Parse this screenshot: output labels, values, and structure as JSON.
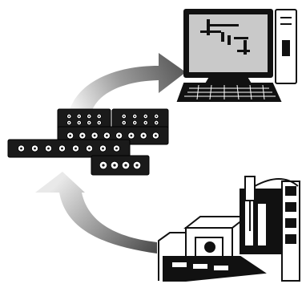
{
  "diagram": {
    "nodes": [
      {
        "id": "computer",
        "kind": "computer-icon"
      },
      {
        "id": "plates",
        "kind": "microplate-icon"
      },
      {
        "id": "robot",
        "kind": "liquid-handling-robot-icon"
      }
    ],
    "edges": [
      {
        "from": "robot",
        "to": "plates",
        "style": "gradient-arrow"
      },
      {
        "from": "plates",
        "to": "computer",
        "style": "gradient-arrow"
      }
    ]
  },
  "colors": {
    "ink": "#111111",
    "screen": "#c9c9c9",
    "arrow_dark": "#444444",
    "arrow_light": "#e2e2e2",
    "plate_fill": "#1a1a1a",
    "well": "#ffffff"
  }
}
